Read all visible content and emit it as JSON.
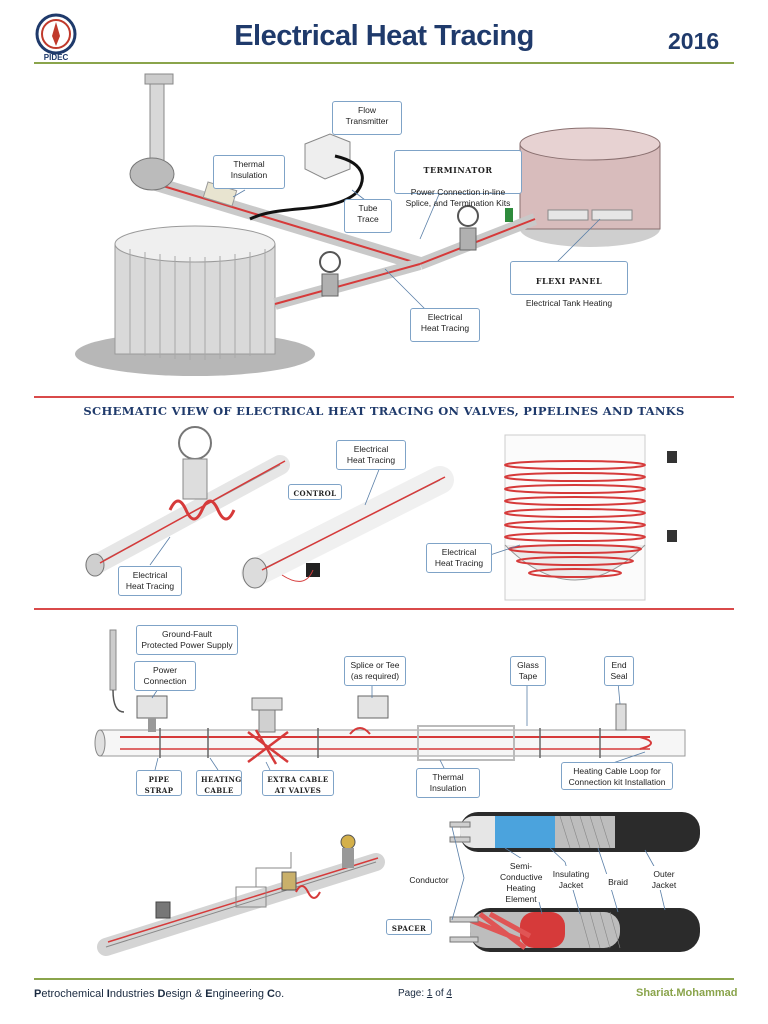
{
  "header": {
    "logo_text": "PIDEC",
    "title": "Electrical Heat Tracing",
    "year": "2016"
  },
  "top_diagram": {
    "labels": {
      "thermal_insulation": "Thermal\nInsulation",
      "flow_transmitter": "Flow\nTransmitter",
      "tube_trace": "Tube\nTrace",
      "terminator_title": "TERMINATOR",
      "terminator_desc": "Power Connection in-line\nSplice, and Termination Kits",
      "flexi_panel_title": "FLEXI PANEL",
      "flexi_panel_desc": "Electrical Tank Heating",
      "electrical_heat_tracing": "Electrical\nHeat Tracing"
    }
  },
  "schematic": {
    "title": "SCHEMATIC VIEW OF ELECTRICAL HEAT TRACING ON VALVES, PIPELINES AND TANKS",
    "labels": {
      "valve_label": "Electrical\nHeat Tracing",
      "pipe_label": "Electrical\nHeat Tracing",
      "control": "CONTROL",
      "tank_label": "Electrical\nHeat Tracing"
    }
  },
  "installation": {
    "labels": {
      "ground_fault": "Ground-Fault\nProtected Power Supply",
      "power_connection": "Power\nConnection",
      "splice_tee": "Splice or Tee\n(as required)",
      "glass_tape": "Glass\nTape",
      "end_seal": "End\nSeal",
      "pipe_strap": "PIPE\nSTRAP",
      "heating_cable": "HEATING\nCABLE",
      "extra_cable": "EXTRA CABLE\nAT VALVES",
      "thermal_insulation": "Thermal\nInsulation",
      "cable_loop": "Heating Cable Loop for\nConnection kit Installation"
    }
  },
  "cable": {
    "labels": {
      "conductor": "Conductor",
      "semi_conductive": "Semi-\nConductive\nHeating\nElement",
      "insulating_jacket": "Insulating\nJacket",
      "braid": "Braid",
      "outer_jacket": "Outer\nJacket",
      "spacer": "SPACER"
    }
  },
  "footer": {
    "company_p": "P",
    "company_1": "etrochemical ",
    "company_i": "I",
    "company_2": "ndustries ",
    "company_d": "D",
    "company_3": "esign & ",
    "company_e": "E",
    "company_4": "ngineering ",
    "company_c": "C",
    "company_5": "o.",
    "page_prefix": "Page:",
    "page_current": "1",
    "page_of": "of",
    "page_total": "4",
    "author": "Shariat.Mohammad"
  },
  "colors": {
    "heat_cable": "#d63a3a",
    "title_blue": "#1f3a6b",
    "accent_green": "#8aa44b"
  }
}
